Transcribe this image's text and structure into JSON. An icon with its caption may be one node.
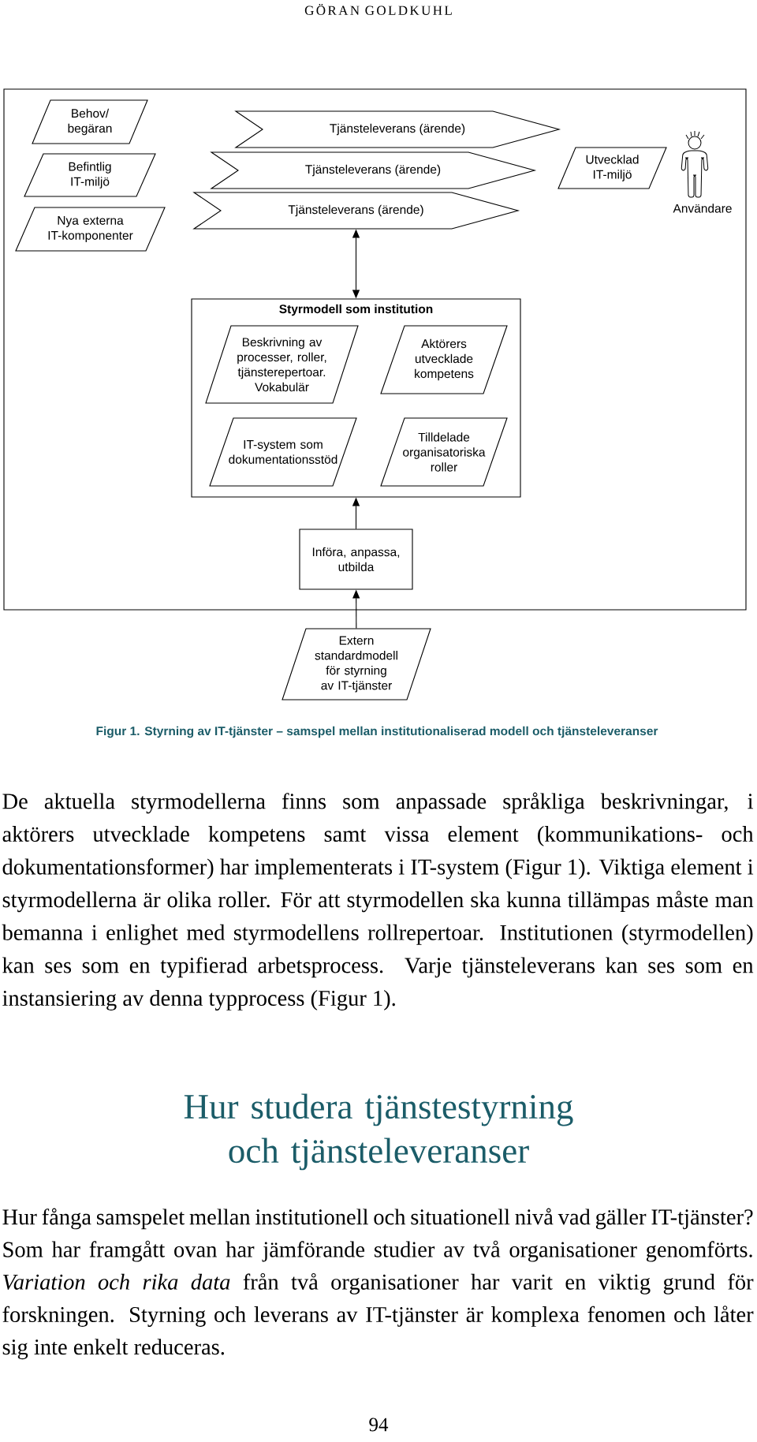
{
  "diagram": {
    "caption": "Figur 1. Styrning av IT-tjänster – samspel mellan institutionaliserad modell och tjänsteleveranser",
    "nodes": [
      {
        "text": [
          "Behov/ begäran"
        ]
      },
      {
        "text": [
          "Befintlig IT-miljö"
        ]
      },
      {
        "text": [
          "Nya externa IT-komponenter"
        ]
      },
      {
        "text": [
          "Tjänsteleverans (ärende)"
        ]
      },
      {
        "text": [
          "Tjänsteleverans (ärende)"
        ]
      },
      {
        "text": [
          "Tjänsteleverans (ärende)"
        ]
      },
      {
        "text": [
          "Utvecklad IT-miljö"
        ]
      },
      {
        "text": [
          "Användare"
        ]
      },
      {
        "text": [
          "Styrmodell som institution"
        ]
      },
      {
        "text": [
          "Beskrivning av processer, roller, tjänsterepertoar. Vokabulär"
        ],
        "in": 8
      },
      {
        "text": [
          "Aktörers utvecklade kompetens"
        ],
        "in": 8
      },
      {
        "text": [
          "IT-system som dokumentationsstöd"
        ],
        "in": 8
      },
      {
        "text": [
          "Tilldelade organisatoriska roller"
        ],
        "in": 8
      },
      {
        "text": [
          "Införa, anpassa, utbilda"
        ]
      },
      {
        "text": [
          "Extern standardmodell för styrning av IT-tjänster"
        ]
      }
    ],
    "edges": [
      {
        "from": 5,
        "to": 8,
        "arrow": "both"
      },
      {
        "from": 13,
        "to": 8,
        "arrow": "to"
      },
      {
        "from": 14,
        "to": 13,
        "arrow": "to"
      }
    ],
    "labels": [
      "GÖRAN GOLDKUHL",
      "De aktuella styrmodellerna finns som anpassade språkliga beskrivningar, i aktörers utvecklade kompetens samt vissa element (kommunikations- och dokumentationsformer) har implementerats i IT-system (Figur 1). Viktiga element i styrmodellerna är olika roller. För att styrmodellen ska kunna tillämpas måste man bemanna i enlighet med styrmodellens rollrepertoar. Institutionen (styrmodellen) kan ses som en typifierad arbetsprocess. Varje tjänsteleverans kan ses som en instansiering av denna typprocess (Figur 1).",
      "Hur studera tjänstestyrning och tjänsteleveranser",
      "Hur fånga samspelet mellan institutionell och situationell nivå vad gäller IT-tjänster? Som har framgått ovan har jämförande studier av två organisationer genomförts. *Variation och rika data* från två organisationer har varit en viktig grund för forskningen. Styrning och leverans av IT-tjänster är komplexa fenomen och låter sig inte enkelt reduceras.",
      "94"
    ]
  }
}
